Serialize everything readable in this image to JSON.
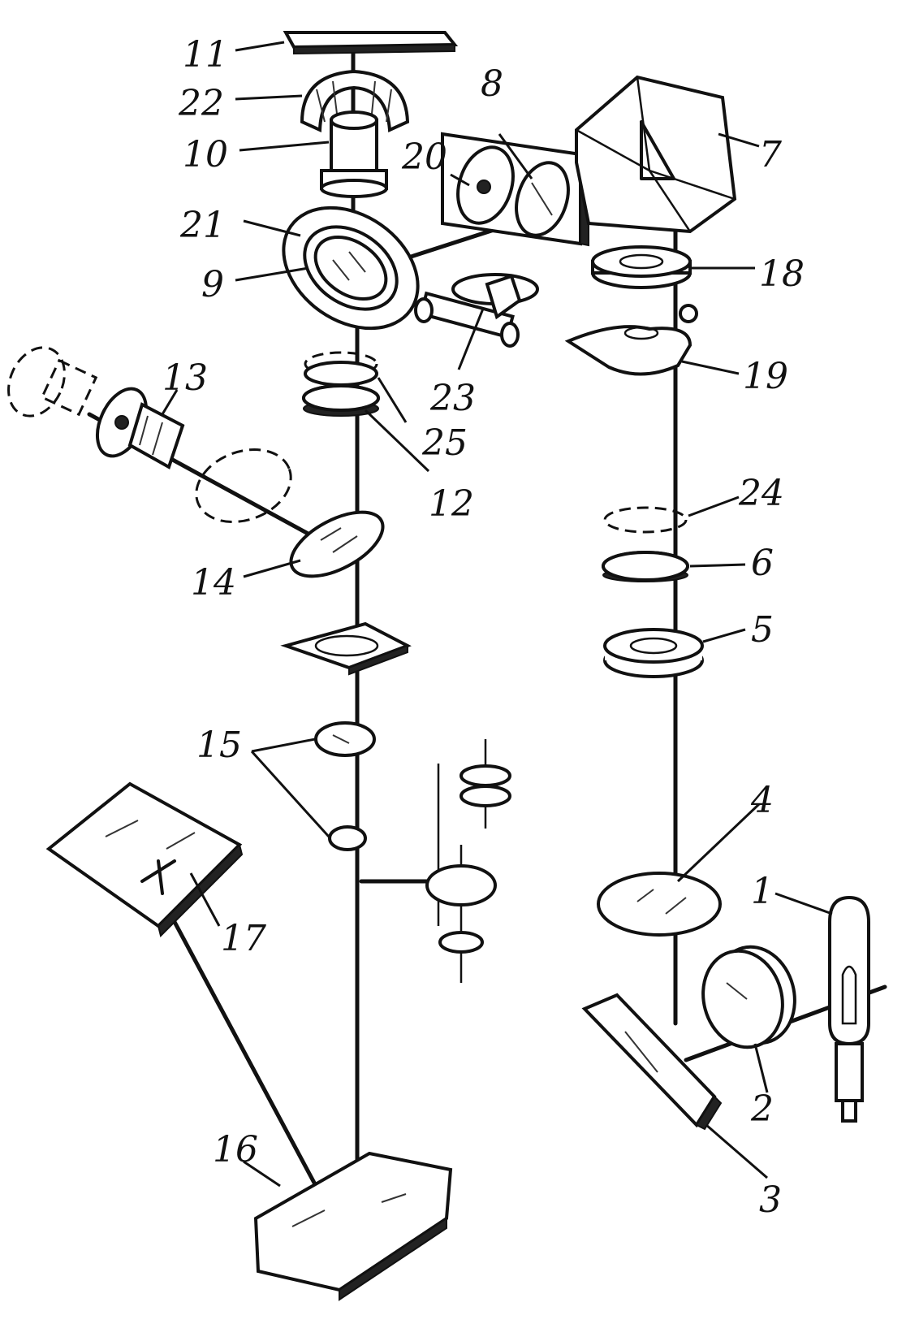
{
  "diagram": {
    "labels": [
      {
        "id": "1",
        "text": "1"
      },
      {
        "id": "2",
        "text": "2"
      },
      {
        "id": "3",
        "text": "3"
      },
      {
        "id": "4",
        "text": "4"
      },
      {
        "id": "5",
        "text": "5"
      },
      {
        "id": "6",
        "text": "6"
      },
      {
        "id": "7",
        "text": "7"
      },
      {
        "id": "8",
        "text": "8"
      },
      {
        "id": "9",
        "text": "9"
      },
      {
        "id": "10",
        "text": "10"
      },
      {
        "id": "11",
        "text": "11"
      },
      {
        "id": "12",
        "text": "12"
      },
      {
        "id": "13",
        "text": "13"
      },
      {
        "id": "14",
        "text": "14"
      },
      {
        "id": "15",
        "text": "15"
      },
      {
        "id": "16",
        "text": "16"
      },
      {
        "id": "17",
        "text": "17"
      },
      {
        "id": "18",
        "text": "18"
      },
      {
        "id": "19",
        "text": "19"
      },
      {
        "id": "20",
        "text": "20"
      },
      {
        "id": "21",
        "text": "21"
      },
      {
        "id": "22",
        "text": "22"
      },
      {
        "id": "23",
        "text": "23"
      },
      {
        "id": "24",
        "text": "24"
      },
      {
        "id": "25",
        "text": "25"
      }
    ],
    "colors": {
      "ink": "#111111",
      "paper": "#ffffff"
    }
  }
}
